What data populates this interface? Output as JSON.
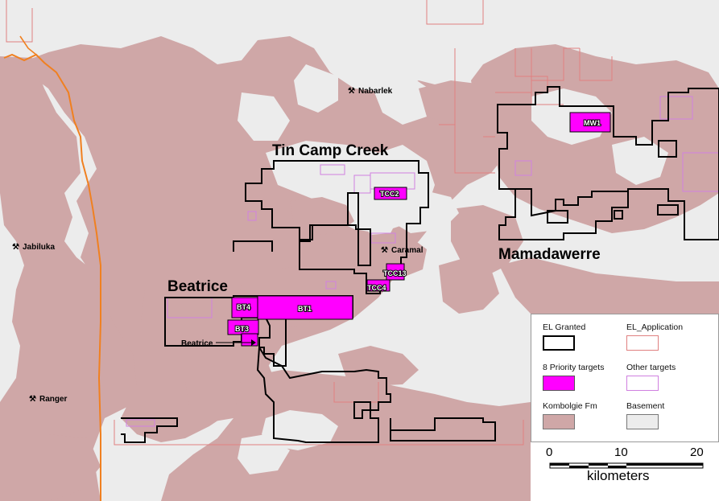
{
  "map": {
    "regions": {
      "tin_camp_creek": "Tin Camp Creek",
      "beatrice": "Beatrice",
      "mamadawerre": "Mamadawerre"
    },
    "mines": {
      "nabarlek": "Nabarlek",
      "jabiluka": "Jabiluka",
      "ranger": "Ranger",
      "caramal": "Caramal",
      "beatrice_prospect": "Beatrice"
    },
    "targets": {
      "mw1": "MW1",
      "tcc2": "TCC2",
      "tcc13": "TCC13",
      "tcc4": "TCC4",
      "bt1": "BT1",
      "bt3": "BT3",
      "bt4": "BT4"
    },
    "mine_icon": "pick-hammer-icon",
    "colors": {
      "kombolgie": "#cfa7a7",
      "basement": "#ececec",
      "priority_target": "#ff00ff",
      "el_application": "#e08080",
      "other_target": "#d080e0",
      "river": "#f08020",
      "el_granted": "#000000"
    }
  },
  "legend": {
    "el_granted": "EL Granted",
    "el_application": "EL_Application",
    "priority_targets": "8 Priority targets",
    "other_targets": "Other targets",
    "kombolgie": "Kombolgie Fm",
    "basement": "Basement"
  },
  "scale": {
    "ticks": [
      "0",
      "10",
      "20"
    ],
    "units": "kilometers"
  }
}
